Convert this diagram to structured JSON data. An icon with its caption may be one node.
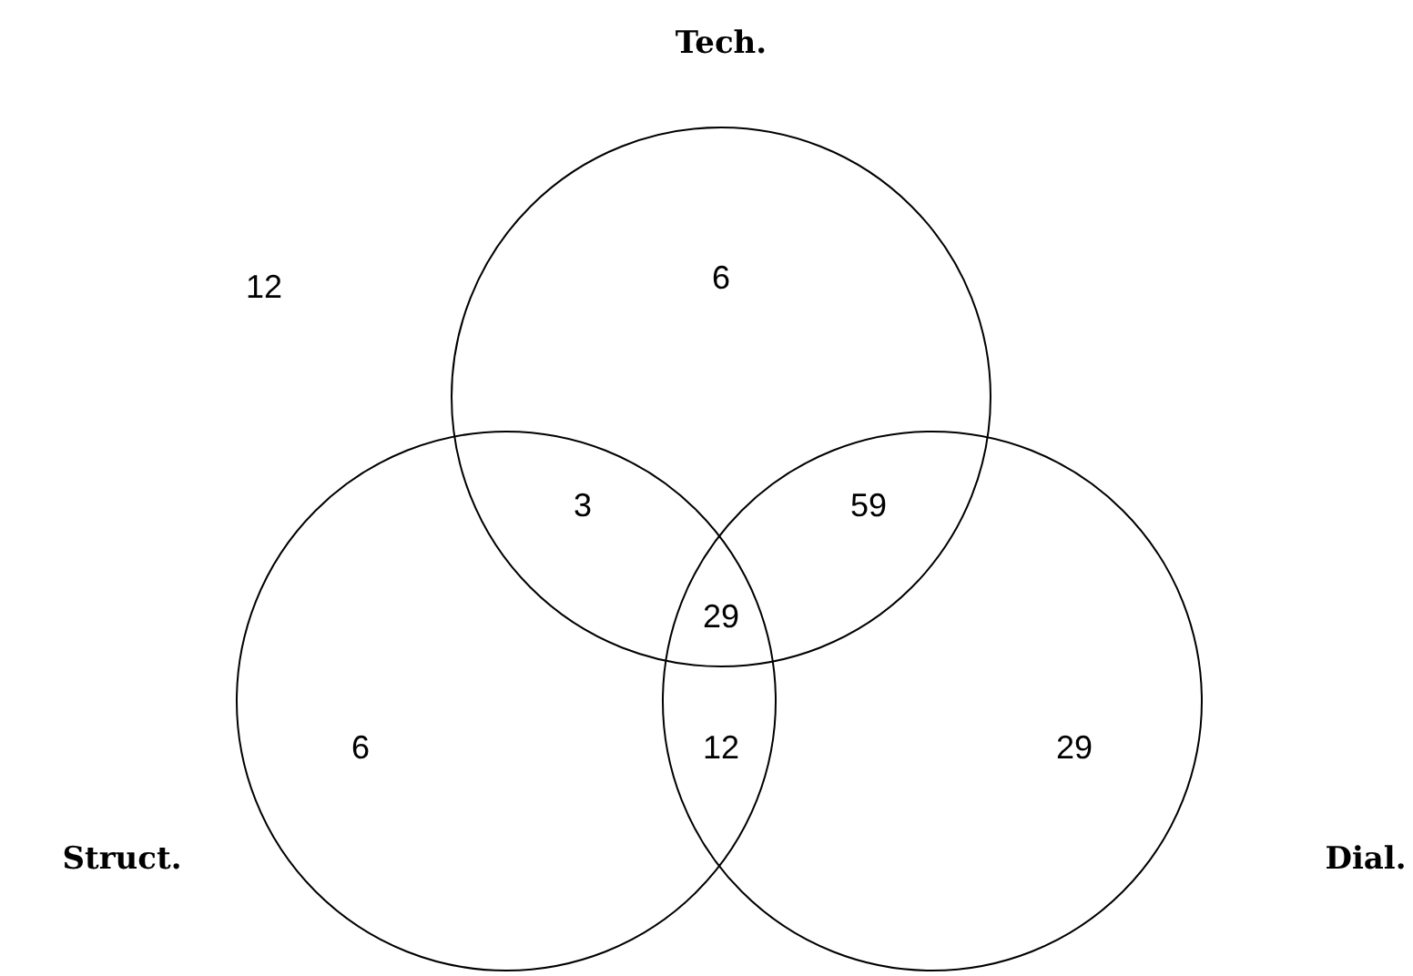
{
  "diagram": {
    "nodes": [
      {
        "text": [
          "Tech."
        ]
      },
      {
        "text": [
          "Struct."
        ]
      },
      {
        "text": [
          "Dial."
        ]
      }
    ],
    "labels": [
      "12",
      "6",
      "3",
      "59",
      "29",
      "6",
      "12",
      "29"
    ]
  }
}
